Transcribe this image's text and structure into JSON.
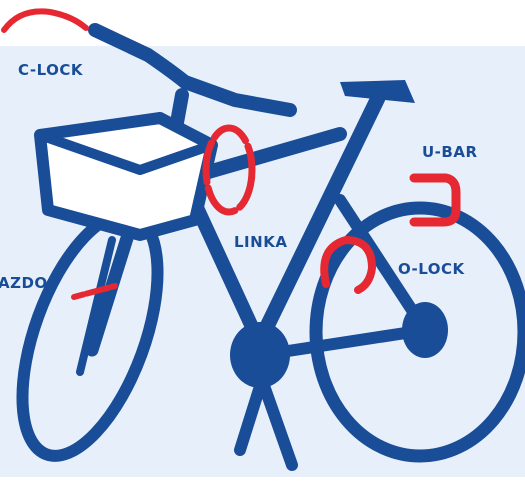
{
  "colors": {
    "background": "#e7f0fa",
    "page": "#ffffff",
    "bike": "#1a4d97",
    "lock": "#e62833",
    "basket_fill": "#ffffff",
    "label_text": "#1a4d97"
  },
  "labels": {
    "c_lock": "C-LOCK",
    "linka": "LINKA",
    "u_bar": "U-BAR",
    "o_lock": "O-LOCK",
    "azdo": "AZDO"
  },
  "icons": [
    "bicycle-illustration",
    "basket-icon",
    "c-lock-icon",
    "linka-lock-icon",
    "u-bar-lock-icon",
    "o-lock-icon",
    "azdo-lock-icon"
  ]
}
